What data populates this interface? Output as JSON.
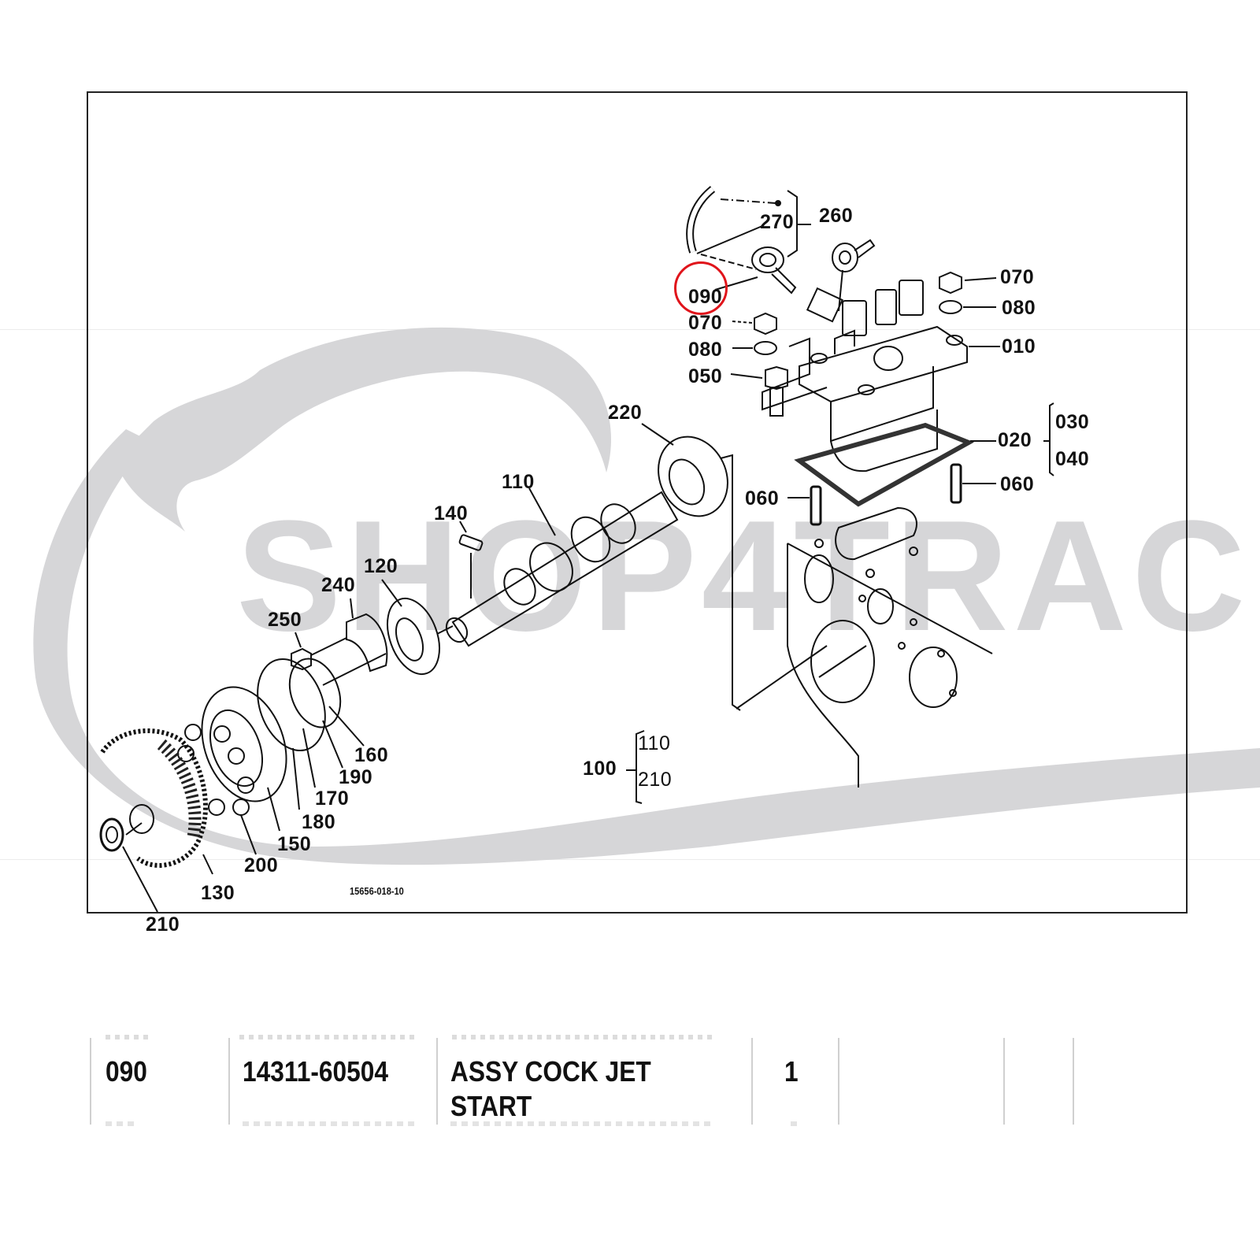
{
  "watermark": {
    "text": "SHOP4TRAC",
    "color": "#d6d6d8"
  },
  "diagram": {
    "drawing_number": "15656-018-10",
    "highlight": {
      "part": "090",
      "color": "#e0141b"
    },
    "callouts": {
      "p260": "260",
      "p270": "270",
      "p090": "090",
      "p070a": "070",
      "p080a": "080",
      "p050": "050",
      "p070b": "070",
      "p080b": "080",
      "p010": "010",
      "p020": "020",
      "p030": "030",
      "p040": "040",
      "p060a": "060",
      "p060b": "060",
      "p220": "220",
      "p110": "110",
      "p140": "140",
      "p120": "120",
      "p240": "240",
      "p250": "250",
      "p160": "160",
      "p190": "190",
      "p170": "170",
      "p180": "180",
      "p150": "150",
      "p200": "200",
      "p130": "130",
      "p210": "210",
      "p100": "100",
      "p100_from": "110",
      "p100_to": "210"
    }
  },
  "parts_table": {
    "rows": [
      {
        "no": "090",
        "part_number": "14311-60504",
        "description_line1": "ASSY COCK JET",
        "description_line2": "START",
        "qty": "1",
        "col5": "",
        "col6": "",
        "col7": ""
      }
    ]
  }
}
